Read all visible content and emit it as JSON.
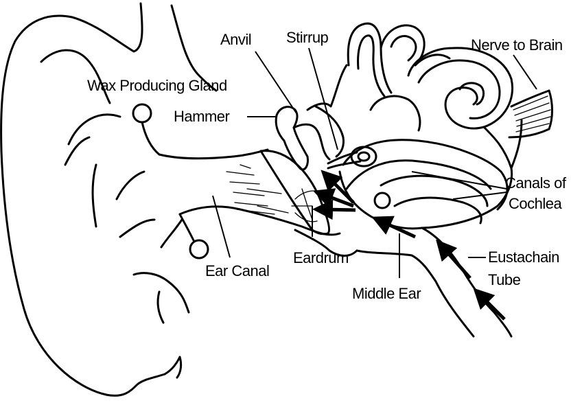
{
  "labels": {
    "anvil": "Anvil",
    "stirrup": "Stirrup",
    "nerve": "Nerve to Brain",
    "wax_gland": "Wax Producing Gland",
    "hammer": "Hammer",
    "canals_line1": "Canals of",
    "canals_line2": "Cochlea",
    "eardrum": "Eardrum",
    "ear_canal": "Ear Canal",
    "eustachian_line1": "Eustachain",
    "eustachian_line2": "Tube",
    "middle_ear": "Middle Ear"
  }
}
